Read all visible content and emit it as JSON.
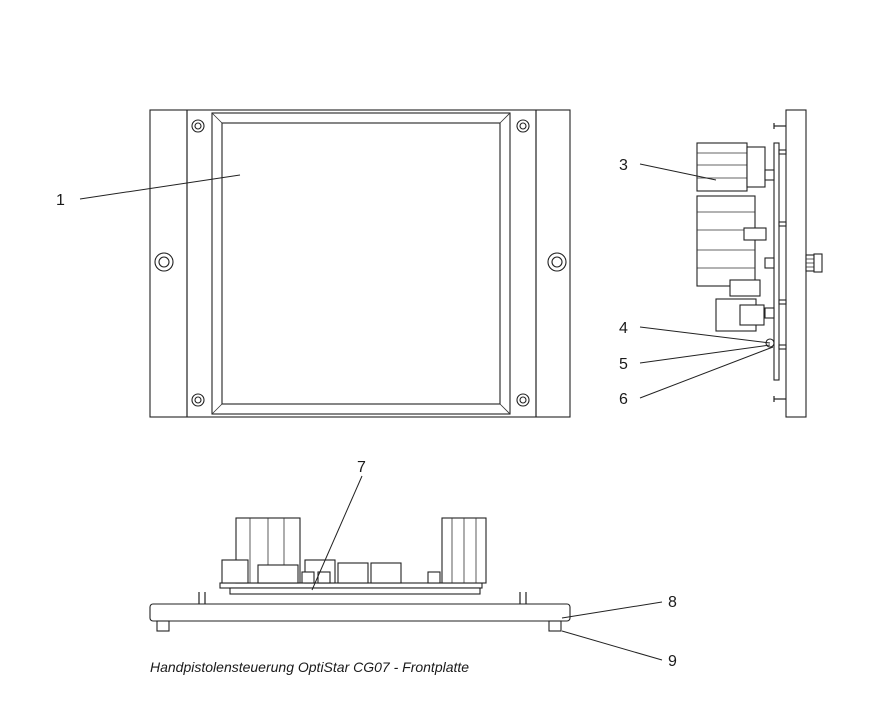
{
  "diagram": {
    "callouts": [
      "1",
      "3",
      "4",
      "5",
      "6",
      "7",
      "8",
      "9"
    ],
    "caption": "Handpistolensteuerung OptiStar CG07 - Frontplatte"
  }
}
